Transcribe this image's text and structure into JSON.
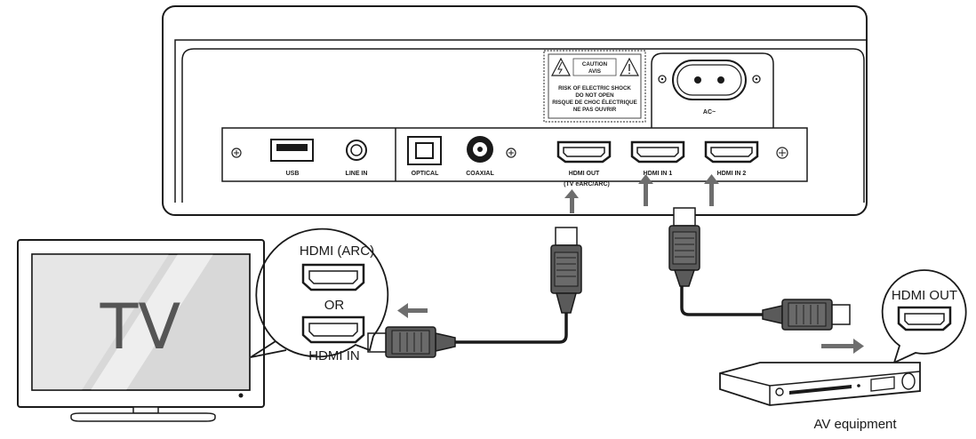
{
  "soundbar": {
    "caution_title_line1": "CAUTION",
    "caution_title_line2": "AVIS",
    "caution_text": [
      "RISK OF ELECTRIC SHOCK",
      "DO NOT OPEN",
      "RISQUE DE CHOC ÉLECTRIQUE",
      "NE PAS OUVRIR"
    ],
    "ac_label": "AC~",
    "ports": {
      "usb": "USB",
      "line_in": "LINE IN",
      "optical": "OPTICAL",
      "coaxial": "COAXIAL",
      "hdmi_out": "HDMI OUT",
      "hdmi_out_sub": "(TV eARC/ARC)",
      "hdmi_in_1": "HDMI IN 1",
      "hdmi_in_2": "HDMI IN 2"
    }
  },
  "tv": {
    "label": "TV",
    "callout_top": "HDMI (ARC)",
    "callout_or": "OR",
    "callout_bottom": "HDMI IN"
  },
  "av": {
    "callout": "HDMI OUT",
    "label": "AV equipment"
  },
  "colors": {
    "line": "#1a1a1a",
    "arrow": "#6e6e6e",
    "connector": "#5a5a5a",
    "panel_fill": "#ffffff"
  },
  "icons": [
    "usb-port-icon",
    "line-in-jack-icon",
    "optical-port-icon",
    "coaxial-port-icon",
    "hdmi-port-icon",
    "screw-icon",
    "ac-socket-icon",
    "warning-triangle-icon"
  ]
}
